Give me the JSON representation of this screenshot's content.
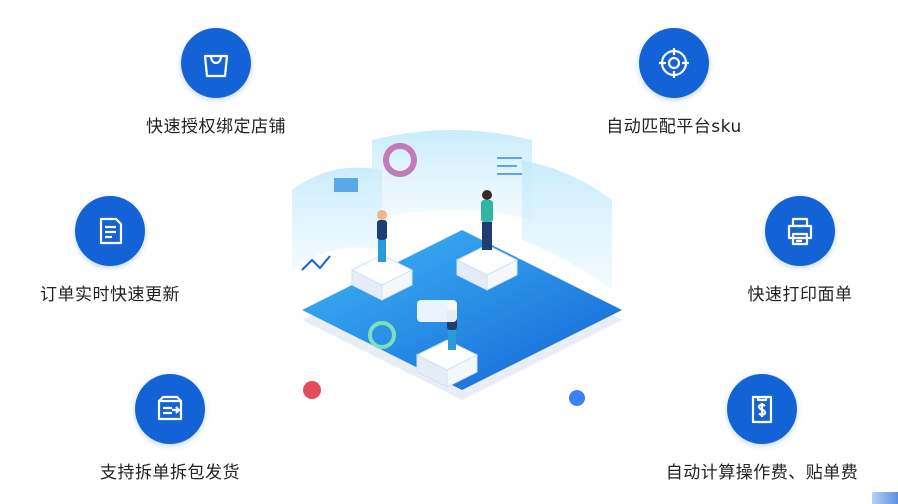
{
  "colors": {
    "accent": "#1463d6",
    "text": "#222222"
  },
  "features": {
    "left": [
      {
        "label": "快速授权绑定店铺",
        "icon": "shopping-bag-icon"
      },
      {
        "label": "订单实时快速更新",
        "icon": "document-list-icon"
      },
      {
        "label": "支持拆单拆包发货",
        "icon": "package-split-icon"
      }
    ],
    "right": [
      {
        "label": "自动匹配平台sku",
        "icon": "target-crosshair-icon"
      },
      {
        "label": "快速打印面单",
        "icon": "printer-icon"
      },
      {
        "label": "自动计算操作费、贴单费",
        "icon": "fee-receipt-icon"
      }
    ]
  }
}
